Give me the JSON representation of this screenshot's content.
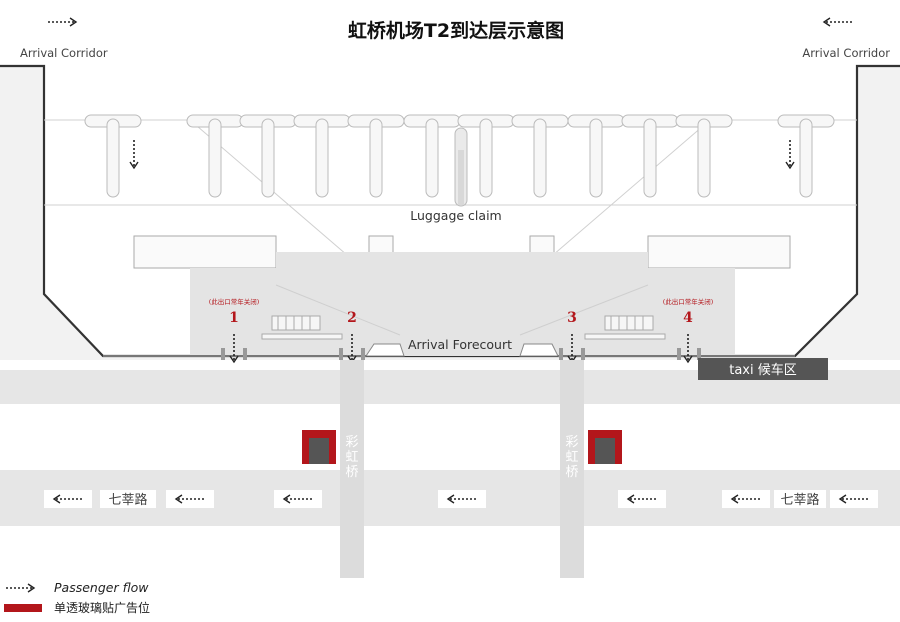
{
  "title": "虹桥机场T2到达层示意图",
  "labels": {
    "arrival_corridor_left": "Arrival Corridor",
    "arrival_corridor_right": "Arrival Corridor",
    "luggage_claim": "Luggage claim",
    "arrival_forecourt": "Arrival Forecourt",
    "taxi_zone": "taxi 候车区",
    "road_left": "七莘路",
    "road_right": "七莘路",
    "bridge_left": [
      "彩",
      "虹",
      "桥"
    ],
    "bridge_right": [
      "彩",
      "虹",
      "桥"
    ]
  },
  "exits": [
    {
      "number": "1",
      "note": "(此出口常年关闭)"
    },
    {
      "number": "2"
    },
    {
      "number": "3"
    },
    {
      "number": "4",
      "note": "(此出口常年关闭)"
    }
  ],
  "legend": {
    "passenger_flow": "Passenger flow",
    "ad_position": "单透玻璃贴广告位"
  },
  "colors": {
    "ad_red": "#b3161b",
    "building_fill": "#f2f2f2",
    "forecourt_fill": "#e4e4e4",
    "road_fill": "#e6e6e6",
    "taxi_bg": "#555555"
  },
  "icons": {
    "flow_arrow": "dotted-arrow-icon"
  }
}
